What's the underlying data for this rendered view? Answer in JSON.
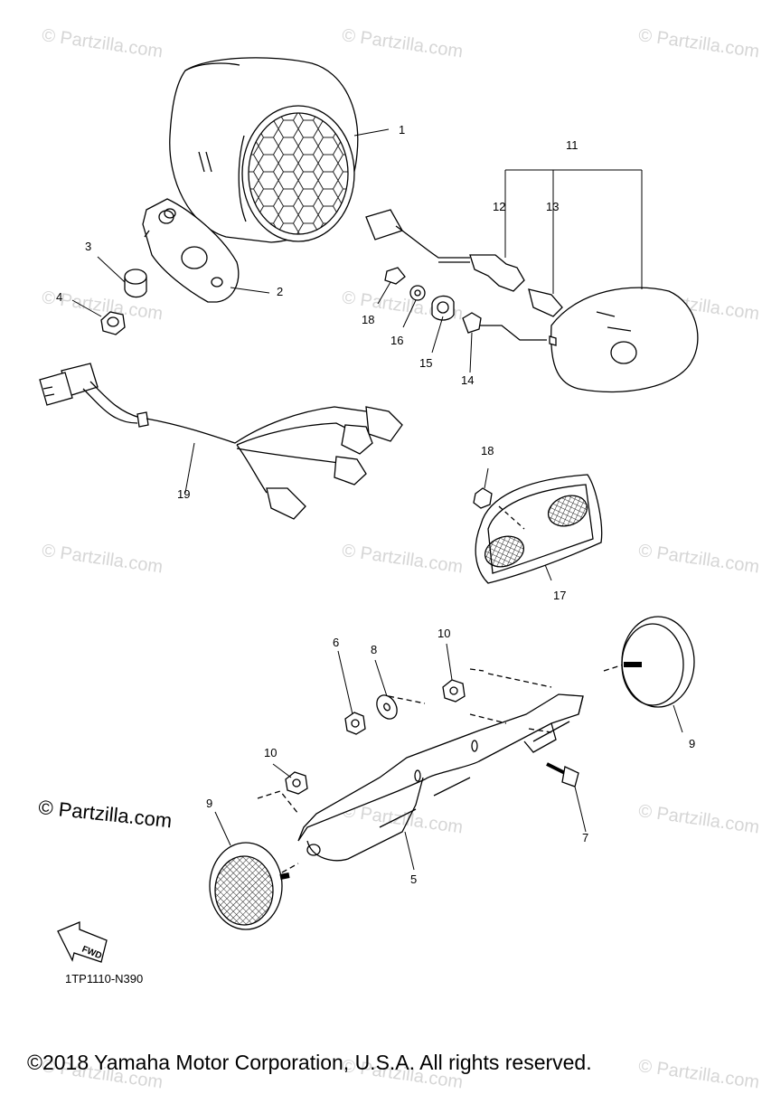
{
  "watermark": "© Partzilla.com",
  "brand_mark": "© Partzilla.com",
  "part_code": "1TP1110-N390",
  "fwd_label": "FWD",
  "copyright": "©2018 Yamaha Motor Corporation, U.S.A. All rights reserved.",
  "callouts": {
    "c1": "1",
    "c2": "2",
    "c3": "3",
    "c4": "4",
    "c5": "5",
    "c6": "6",
    "c7": "7",
    "c8": "8",
    "c9a": "9",
    "c9b": "9",
    "c10a": "10",
    "c10b": "10",
    "c11": "11",
    "c12": "12",
    "c13": "13",
    "c14": "14",
    "c15": "15",
    "c16": "16",
    "c17": "17",
    "c18a": "18",
    "c18b": "18",
    "c19": "19"
  }
}
